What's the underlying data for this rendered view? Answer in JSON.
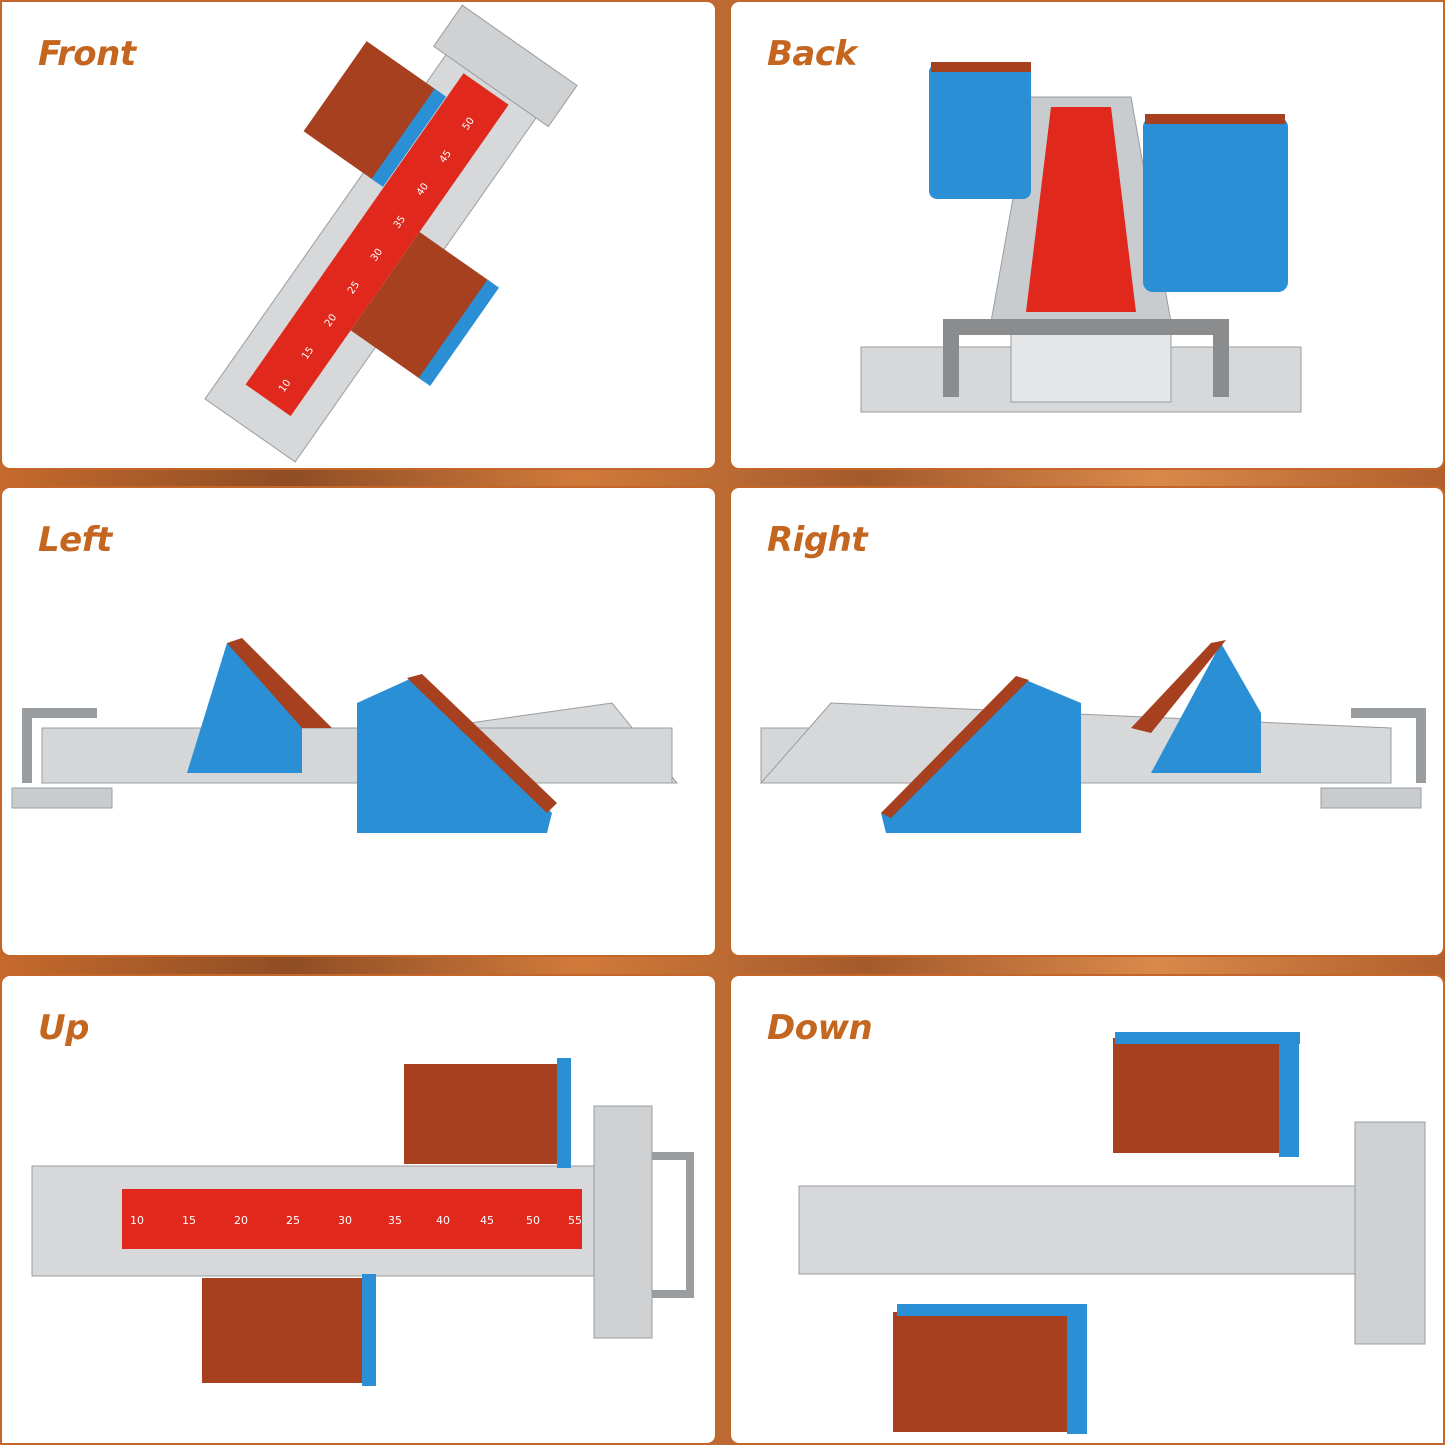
{
  "views": [
    {
      "id": "front",
      "label": "Front"
    },
    {
      "id": "back",
      "label": "Back"
    },
    {
      "id": "left",
      "label": "Left"
    },
    {
      "id": "right",
      "label": "Right"
    },
    {
      "id": "up",
      "label": "Up"
    },
    {
      "id": "down",
      "label": "Down"
    }
  ],
  "scale_marks": [
    "10",
    "15",
    "20",
    "25",
    "30",
    "35",
    "40",
    "45",
    "50",
    "55"
  ],
  "colors": {
    "accent": "#c4661f",
    "rail_red": "#e0281c",
    "pad_blue": "#2a8fd4",
    "pad_rubber": "#a6401f",
    "aluminum": "#d6d8da"
  }
}
